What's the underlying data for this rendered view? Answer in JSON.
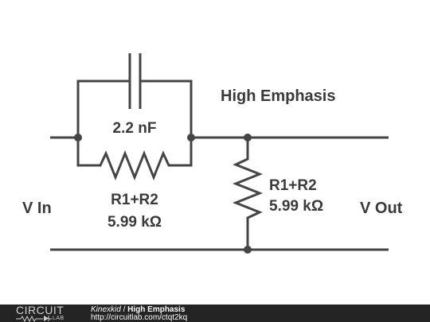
{
  "diagram": {
    "title": "High Emphasis",
    "input_label": "V In",
    "output_label": "V Out",
    "capacitor": {
      "value": "2.2 nF"
    },
    "series_resistor": {
      "name": "R1+R2",
      "value": "5.99 kΩ"
    },
    "shunt_resistor": {
      "name": "R1+R2",
      "value": "5.99 kΩ"
    },
    "wire_color": "#454545"
  },
  "footer": {
    "logo_text": "CIRCUIT",
    "logo_sub": "LAB",
    "author": "Kinexkid",
    "separator": "/",
    "title": "High Emphasis",
    "url": "http://circuitlab.com/ctqt2kq",
    "background": "#242424"
  }
}
